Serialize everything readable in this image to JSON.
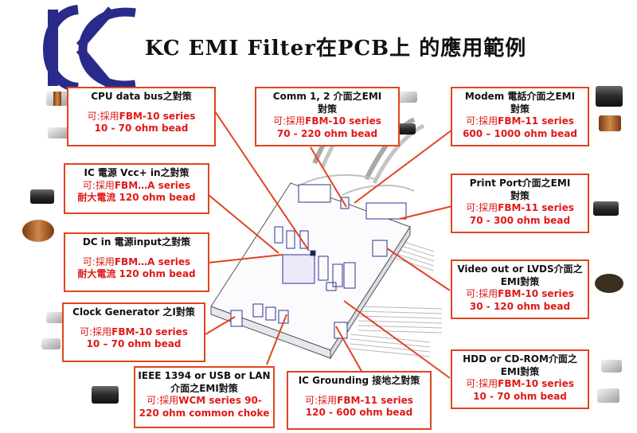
{
  "logo": {
    "text": "KC"
  },
  "title": "KC  EMI  Filter在PCB上 的應用範例",
  "callouts": [
    {
      "id": "cpu",
      "heading": [
        "CPU data bus之對策"
      ],
      "detail": [
        "可:採用FBM-10 series",
        "10 - 70 ohm bead"
      ]
    },
    {
      "id": "comm",
      "heading": [
        "Comm 1, 2 介面之EMI",
        "對策"
      ],
      "detail": [
        "可:採用FBM-10 series",
        "70 - 220 ohm bead"
      ]
    },
    {
      "id": "modem",
      "heading": [
        "Modem 電話介面之EMI",
        "對策"
      ],
      "detail": [
        "可:採用FBM-11 series",
        "600 – 1000 ohm bead"
      ]
    },
    {
      "id": "vcc",
      "heading": [
        "IC 電源 Vcc+ in之對策"
      ],
      "detail": [
        "可:採用FBM…A series",
        "耐大電流 120 ohm bead"
      ]
    },
    {
      "id": "print",
      "heading": [
        "Print Port介面之EMI",
        "對策"
      ],
      "detail": [
        "可:採用FBM-11 series",
        "70 - 300 ohm bead"
      ]
    },
    {
      "id": "dcin",
      "heading": [
        "DC in 電源input之對策"
      ],
      "detail": [
        "可:採用FBM…A series",
        "耐大電流 120  ohm bead"
      ]
    },
    {
      "id": "video",
      "heading": [
        "Video out or LVDS介面之",
        "EMI對策"
      ],
      "detail": [
        "可:採用FBM-10 series",
        "30 - 120 ohm bead"
      ]
    },
    {
      "id": "clock",
      "heading": [
        "Clock  Generator 之I對策"
      ],
      "detail": [
        "可:採用FBM-10 series",
        "10 – 70 ohm bead"
      ]
    },
    {
      "id": "hdd",
      "heading": [
        "HDD or CD-ROM介面之",
        "EMI對策"
      ],
      "detail": [
        "可:採用FBM-10 series",
        "10 - 70 ohm bead"
      ]
    },
    {
      "id": "ieee",
      "heading": [
        "IEEE 1394 or USB or LAN",
        "介面之EMI對策"
      ],
      "detail": [
        "可:採用WCM series 90-",
        "220 ohm common choke"
      ]
    },
    {
      "id": "ground",
      "heading": [
        "IC Grounding 接地之對策"
      ],
      "detail": [
        "可:採用FBM-11 series",
        "120 - 600 ohm bead"
      ]
    }
  ],
  "colors": {
    "callout_border": "#e0451f",
    "highlight": "#e01818",
    "logo_blue": "#2a2a8a",
    "pcb_line": "#303090"
  }
}
